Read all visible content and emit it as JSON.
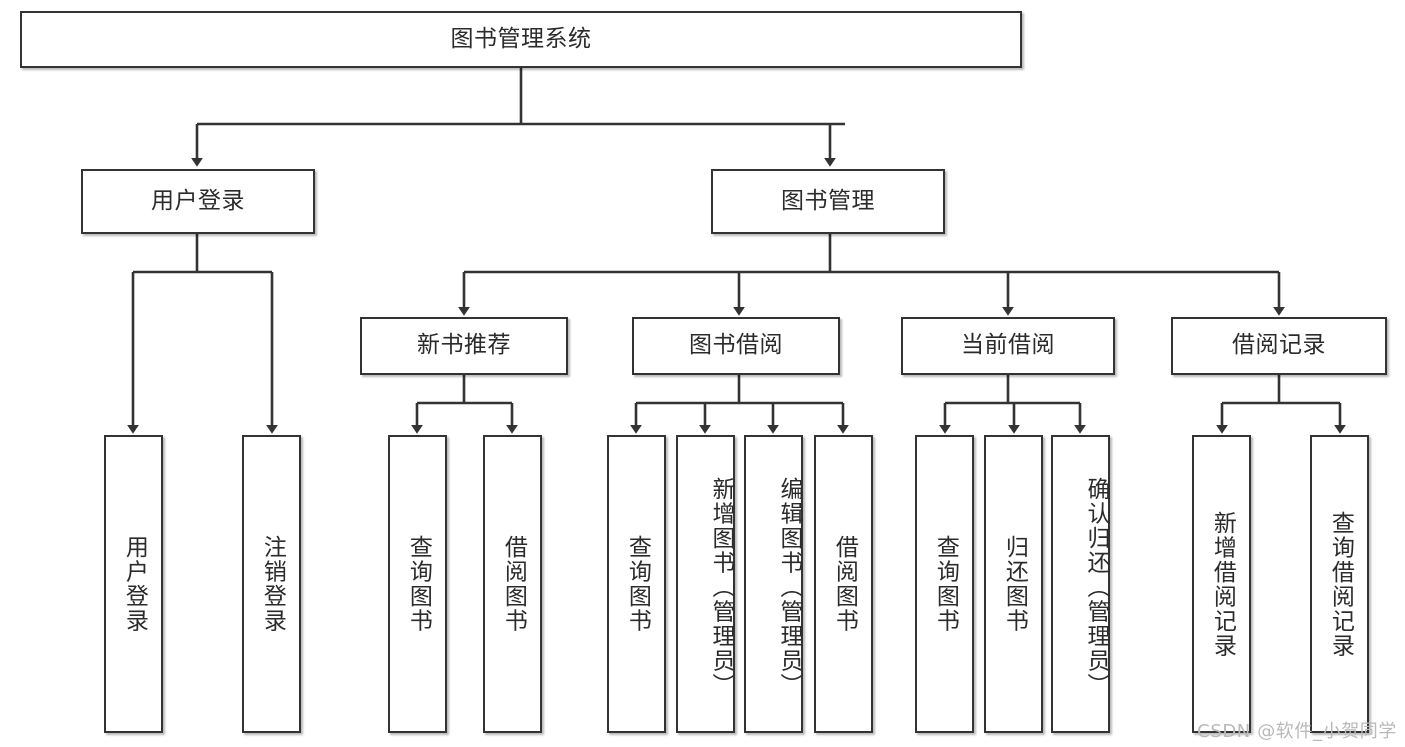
{
  "diagram": {
    "type": "tree-hierarchy",
    "title": "图书管理系统",
    "root": {
      "id": "root",
      "label": "图书管理系统"
    },
    "level1": [
      {
        "id": "user-login",
        "label": "用户登录"
      },
      {
        "id": "book-manage",
        "label": "图书管理"
      }
    ],
    "level2": [
      {
        "id": "new-book-recommend",
        "label": "新书推荐",
        "parent": "book-manage"
      },
      {
        "id": "book-borrow",
        "label": "图书借阅",
        "parent": "book-manage"
      },
      {
        "id": "current-borrow",
        "label": "当前借阅",
        "parent": "book-manage"
      },
      {
        "id": "borrow-record",
        "label": "借阅记录",
        "parent": "book-manage"
      }
    ],
    "leaves": [
      {
        "id": "leaf-user-login",
        "label": "用户登录",
        "parent": "user-login"
      },
      {
        "id": "leaf-user-logout",
        "label": "注销登录",
        "parent": "user-login"
      },
      {
        "id": "leaf-query-book-1",
        "label": "查询图书",
        "parent": "new-book-recommend"
      },
      {
        "id": "leaf-borrow-book-1",
        "label": "借阅图书",
        "parent": "new-book-recommend"
      },
      {
        "id": "leaf-query-book-2",
        "label": "查询图书",
        "parent": "book-borrow"
      },
      {
        "id": "leaf-add-book",
        "label": "新增图书（管理员）",
        "parent": "book-borrow"
      },
      {
        "id": "leaf-edit-book",
        "label": "编辑图书（管理员）",
        "parent": "book-borrow"
      },
      {
        "id": "leaf-borrow-book-2",
        "label": "借阅图书",
        "parent": "book-borrow"
      },
      {
        "id": "leaf-query-book-3",
        "label": "查询图书",
        "parent": "current-borrow"
      },
      {
        "id": "leaf-return-book",
        "label": "归还图书",
        "parent": "current-borrow"
      },
      {
        "id": "leaf-confirm-return",
        "label": "确认归还（管理员）",
        "parent": "current-borrow"
      },
      {
        "id": "leaf-add-record",
        "label": "新增借阅记录",
        "parent": "borrow-record"
      },
      {
        "id": "leaf-query-record",
        "label": "查询借阅记录",
        "parent": "borrow-record"
      }
    ],
    "colors": {
      "box_border": "#333333",
      "box_fill": "#ffffff",
      "connector": "#333333",
      "text": "#2b2b2b",
      "watermark": "#b9b9b9",
      "background": "#ffffff"
    }
  },
  "watermark": {
    "text": "CSDN @软件_小贺同学"
  }
}
